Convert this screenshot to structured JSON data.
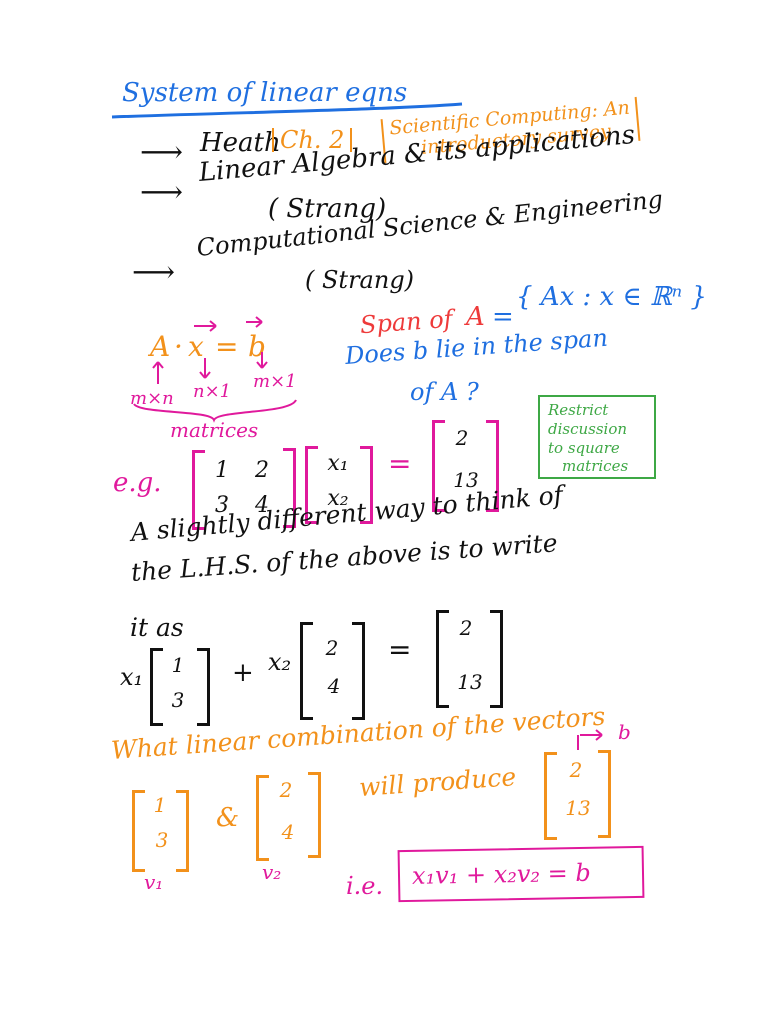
{
  "title": "System of linear eqns",
  "refs": {
    "r1_prefix": "Heath",
    "r1_chapter": "Ch. 2",
    "r1_book_line1": "Scientific Computing: An",
    "r1_book_line2": "introductory survey",
    "r2_line1": "Linear Algebra & its applications",
    "r2_line2": "( Strang)",
    "r3_line1": "Computational Science & Engineering",
    "r3_line2": "( Strang)"
  },
  "equation": {
    "lhs_A": "A",
    "dot": "·",
    "x": "x",
    "equals": "=",
    "b": "b",
    "dim_A": "m×n",
    "dim_x": "n×1",
    "dim_b": "m×1",
    "brace_label": "matrices"
  },
  "span": {
    "label": "Span of",
    "A": "A",
    "equals": "=",
    "set": "{ Ax : x ∈ ℝⁿ }",
    "question_line1": "Does b lie in the span",
    "question_line2": "of  A ?"
  },
  "note": {
    "line1": "Restrict",
    "line2": "discussion",
    "line3": "to square",
    "line4": "matrices"
  },
  "example": {
    "label": "e.g.",
    "matrix": [
      "1",
      "2",
      "3",
      "4"
    ],
    "vec_x": [
      "x₁",
      "x₂"
    ],
    "equals": "=",
    "vec_b": [
      "2",
      "13"
    ]
  },
  "text": {
    "line1": "A slightly different way to think of",
    "line2": "the L.H.S. of the above is to write",
    "line3": "it as"
  },
  "combo": {
    "x1": "x₁",
    "v1": [
      "1",
      "3"
    ],
    "plus": "+",
    "x2": "x₂",
    "v2": [
      "2",
      "4"
    ],
    "equals": "=",
    "b": [
      "2",
      "13"
    ]
  },
  "question": {
    "line1": "What linear combination of the vectors",
    "v1": [
      "1",
      "3"
    ],
    "amp": "&",
    "v2": [
      "2",
      "4"
    ],
    "produce": "will produce",
    "b": [
      "2",
      "13"
    ],
    "b_label": "b",
    "v1_label": "v₁",
    "v2_label": "v₂",
    "ie": "i.e.",
    "boxed": "x₁v₁ + x₂v₂ = b"
  }
}
